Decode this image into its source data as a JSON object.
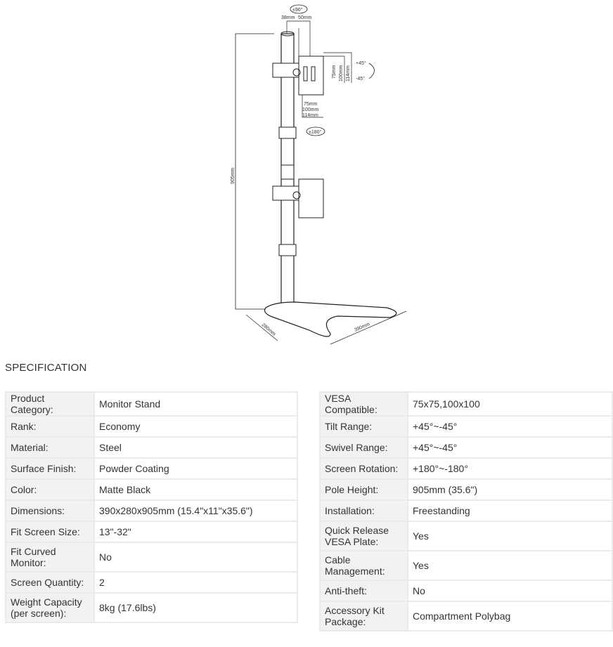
{
  "diagram": {
    "labels": {
      "rotate": "±90°",
      "offset_a": "38mm",
      "offset_b": "50mm",
      "tilt_up": "+45°",
      "tilt_down": "-45°",
      "vesa_v75": "75mm",
      "vesa_v100": "100mm",
      "vesa_v114": "114mm",
      "vesa_h75": "75mm",
      "vesa_h100": "100mm",
      "vesa_h114": "114mm",
      "swivel": "±180°",
      "height": "905mm",
      "depth": "280mm",
      "width": "390mm"
    }
  },
  "heading": "SPECIFICATION",
  "left_table": [
    {
      "label": "Product Category:",
      "value": "Monitor Stand"
    },
    {
      "label": "Rank:",
      "value": "Economy"
    },
    {
      "label": "Material:",
      "value": "Steel"
    },
    {
      "label": "Surface Finish:",
      "value": "Powder Coating"
    },
    {
      "label": "Color:",
      "value": "Matte Black"
    },
    {
      "label": "Dimensions:",
      "value": "390x280x905mm (15.4\"x11\"x35.6\")"
    },
    {
      "label": "Fit Screen Size:",
      "value": "13\"-32\""
    },
    {
      "label": "Fit Curved Monitor:",
      "value": "No"
    },
    {
      "label": "Screen Quantity:",
      "value": "2"
    },
    {
      "label": "Weight Capacity (per screen):",
      "value": "8kg (17.6lbs)"
    }
  ],
  "right_table": [
    {
      "label": "VESA Compatible:",
      "value": "75x75,100x100"
    },
    {
      "label": "Tilt Range:",
      "value": "+45°~-45°"
    },
    {
      "label": "Swivel Range:",
      "value": "+45°~-45°"
    },
    {
      "label": "Screen Rotation:",
      "value": "+180°~-180°"
    },
    {
      "label": "Pole Height:",
      "value": "905mm (35.6\")"
    },
    {
      "label": "Installation:",
      "value": "Freestanding"
    },
    {
      "label": "Quick Release VESA Plate:",
      "value": "Yes"
    },
    {
      "label": "Cable Management:",
      "value": "Yes"
    },
    {
      "label": "Anti-theft:",
      "value": "No"
    },
    {
      "label": "Accessory Kit Package:",
      "value": "Compartment Polybag"
    }
  ]
}
